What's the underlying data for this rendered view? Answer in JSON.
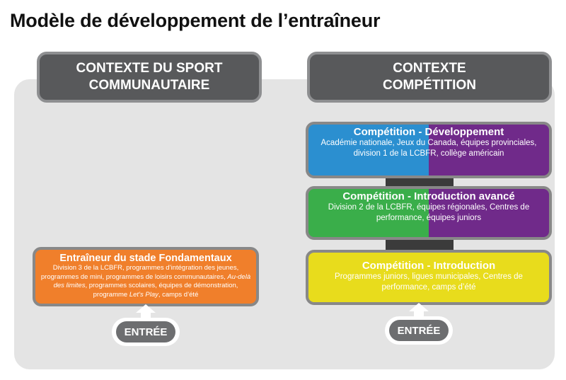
{
  "title": "Modèle de développement de l’entraîneur",
  "headers": {
    "left": "CONTEXTE DU SPORT\nCOMMUNAUTAIRE",
    "right": "CONTEXTE\nCOMPÉTITION"
  },
  "boxes": {
    "developpement": {
      "title": "Compétition - Développement",
      "desc": "Académie nationale, Jeux du Canada, équipes provinciales, division 1 de la LCBFR, collège américain"
    },
    "introduction_avance": {
      "title": "Compétition - Introduction avancé",
      "desc": "Division 2 de la LCBFR, équipes régionales, Centres de performance, équipes juniors"
    },
    "introduction": {
      "title": "Compétition - Introduction",
      "desc": "Programmes juniors, ligues municipales, Centres de performance, camps d’été"
    },
    "fondamentaux": {
      "title": "Entraîneur du stade Fondamentaux",
      "desc_1": "Division 3 de la LCBFR, programmes d’intégration des jeunes, programmes de mini, programmes de loisirs communautaires, ",
      "desc_italic_1": "Au-delà des limites",
      "desc_2": ", programmes scolaires, équipes de démonstration, programme ",
      "desc_italic_2": "Let’s Play",
      "desc_3": ", camps d’été"
    }
  },
  "entry": {
    "left": "ENTRÉE",
    "right": "ENTRÉE"
  },
  "colors": {
    "header_bg": "#58595b",
    "panel_bg": "#e4e4e4",
    "blue": "#2b8fd0",
    "purple": "#702a8a",
    "green": "#3aae4a",
    "yellow": "#e8dc1c",
    "orange": "#f07f2b"
  }
}
